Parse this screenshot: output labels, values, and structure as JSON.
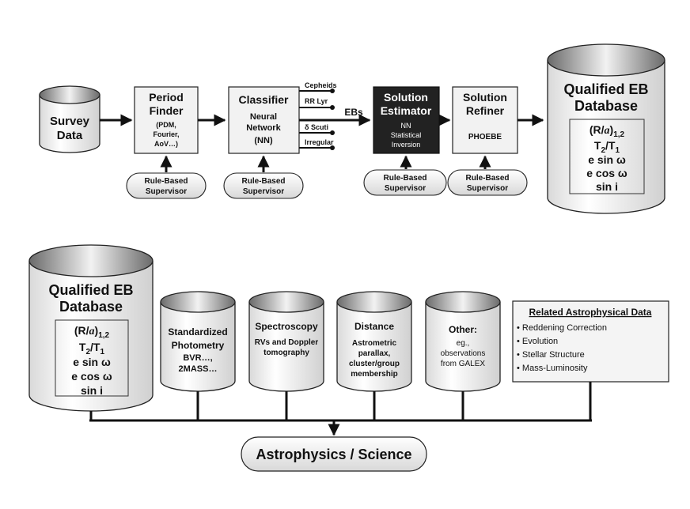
{
  "top": {
    "survey": {
      "line1": "Survey",
      "line2": "Data"
    },
    "period_finder": {
      "title1": "Period",
      "title2": "Finder",
      "sub1": "(PDM,",
      "sub2": "Fourier,",
      "sub3": "AoV…)"
    },
    "classifier": {
      "title": "Classifier",
      "sub1": "Neural",
      "sub2": "Network",
      "sub3": "(NN)"
    },
    "outputs": [
      "Cepheids",
      "RR Lyr",
      "δ Scuti",
      "Irregular"
    ],
    "ebs_label": "EBs",
    "estimator": {
      "title1": "Solution",
      "title2": "Estimator",
      "sub1": "NN",
      "sub2": "Statistical",
      "sub3": "Inversion"
    },
    "refiner": {
      "title1": "Solution",
      "title2": "Refiner",
      "sub1": "PHOEBE"
    },
    "supervisor": {
      "line1": "Rule-Based",
      "line2": "Supervisor"
    },
    "qualified_db": {
      "title1": "Qualified EB",
      "title2": "Database"
    }
  },
  "params": [
    "(R/a)1,2",
    "T2/T1",
    "e sin ω",
    "e cos ω",
    "sin i"
  ],
  "bottom": {
    "qualified_db": {
      "title1": "Qualified EB",
      "title2": "Database"
    },
    "photometry": {
      "l1": "Standardized",
      "l2": "Photometry",
      "l3": "BVR…,",
      "l4": "2MASS…"
    },
    "spectroscopy": {
      "l1": "Spectroscopy",
      "l2": "RVs and Doppler",
      "l3": "tomography"
    },
    "distance": {
      "l1": "Distance",
      "l2": "Astrometric",
      "l3": "parallax,",
      "l4": "cluster/group",
      "l5": "membership"
    },
    "other": {
      "l1": "Other:",
      "l2": "eg.,",
      "l3": "observations",
      "l4": "from GALEX"
    },
    "related": {
      "title": "Related Astrophysical Data",
      "items": [
        "Reddening Correction",
        "Evolution",
        "Stellar Structure",
        "Mass-Luminosity"
      ]
    },
    "science": "Astrophysics / Science"
  }
}
